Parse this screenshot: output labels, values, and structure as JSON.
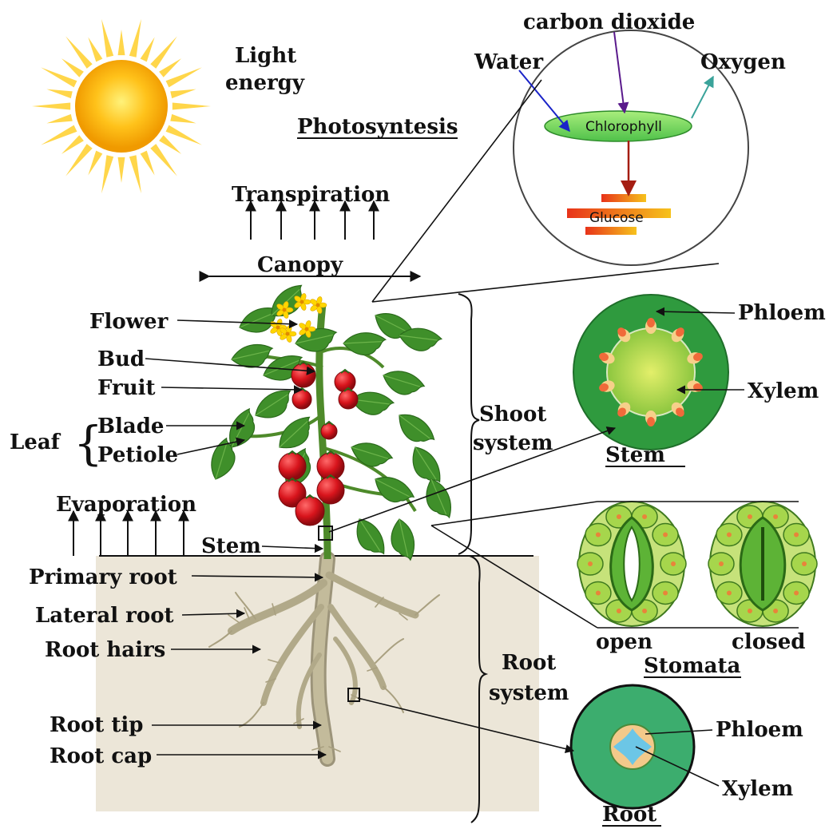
{
  "labels": {
    "light_energy_1": "Light",
    "light_energy_2": "energy",
    "photosynthesis": "Photosyntesis",
    "carbon_dioxide": "carbon dioxide",
    "water": "Water",
    "oxygen": "Oxygen",
    "chlorophyll": "Chlorophyll",
    "glucose": "Glucose",
    "transpiration": "Transpiration",
    "canopy": "Canopy",
    "flower": "Flower",
    "bud": "Bud",
    "fruit": "Fruit",
    "leaf": "Leaf",
    "blade": "Blade",
    "petiole": "Petiole",
    "evaporation": "Evaporation",
    "stem_label": "Stem",
    "primary_root": "Primary root",
    "lateral_root": "Lateral root",
    "root_hairs": "Root hairs",
    "root_tip": "Root tip",
    "root_cap": "Root cap",
    "shoot_system_1": "Shoot",
    "shoot_system_2": "system",
    "root_system_1": "Root",
    "root_system_2": "system",
    "stem_phloem": "Phloem",
    "stem_xylem": "Xylem",
    "stem_title": "Stem",
    "stomata_open": "open",
    "stomata_closed": "closed",
    "stomata_title": "Stomata",
    "root_phloem": "Phloem",
    "root_xylem": "Xylem",
    "root_title": "Root"
  },
  "colors": {
    "sun_core": "#f5a800",
    "sun_rays": "#ffd23a",
    "leaf_green": "#3f8f2a",
    "fruit_red": "#d8141c",
    "flower_yellow": "#ffd600",
    "soil": "#ece6d8",
    "root": "#b8b08f",
    "stem_outer": "#2f9a3e",
    "stem_inner": "#a8d44a",
    "stoma_cell": "#9ed14a",
    "root_cross_outer": "#3cad6e",
    "arrow_water": "#1a23c8",
    "arrow_co2": "#5a1a8c",
    "arrow_o2": "#3aa39a",
    "arrow_glucose": "#a51d12"
  },
  "icons": {
    "sun": "sun-icon",
    "plant": "tomato-plant-icon"
  }
}
